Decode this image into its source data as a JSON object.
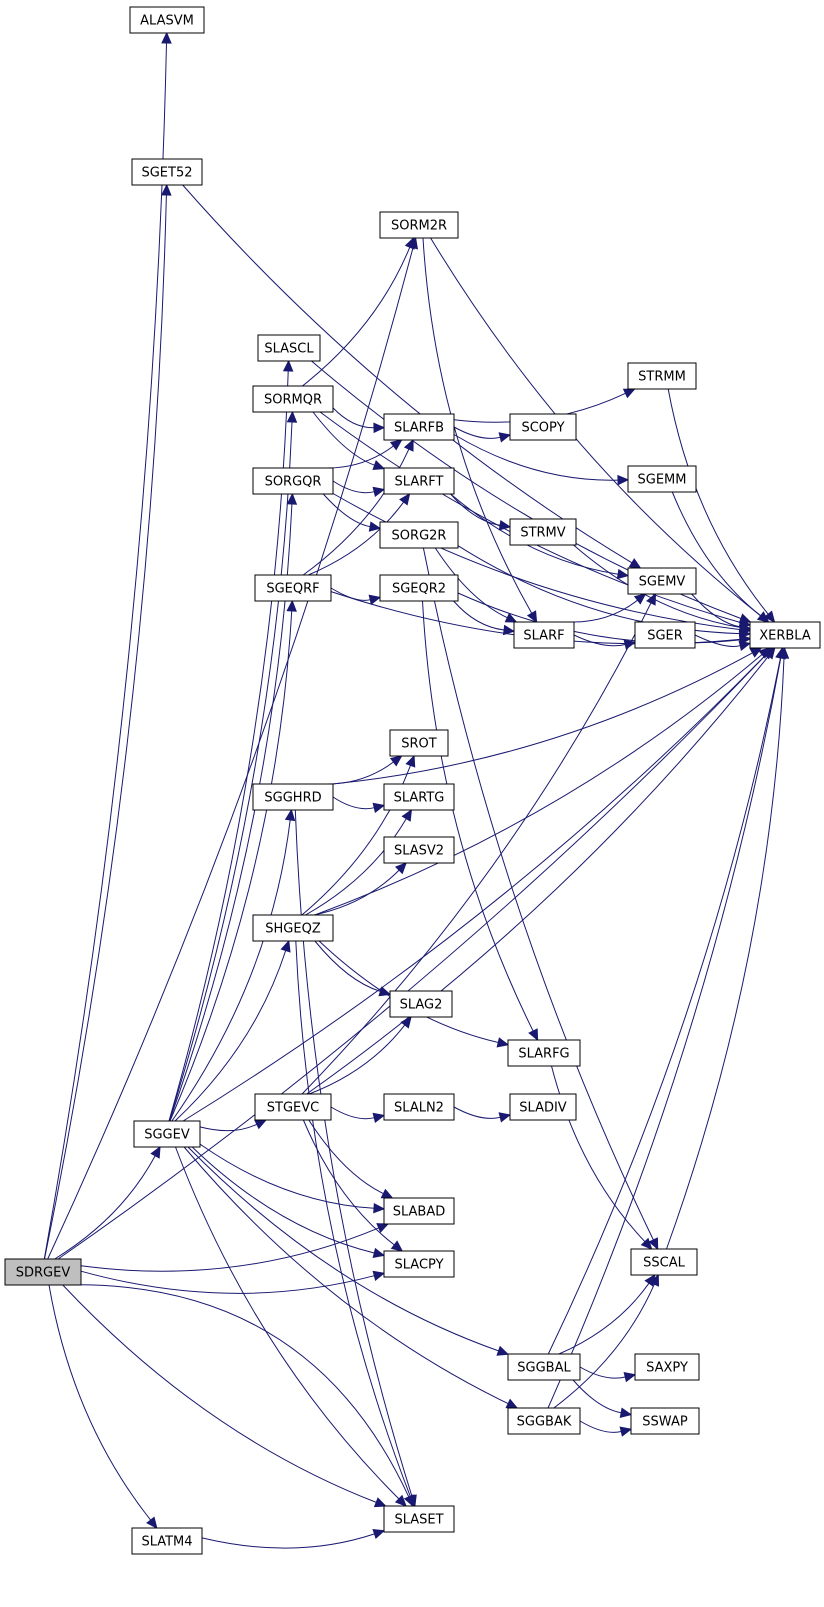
{
  "graph": {
    "root": "SDRGEV",
    "colors": {
      "edge": "#191970",
      "root_fill": "#bfbfbf",
      "node_fill": "#ffffff",
      "node_border": "#000000"
    },
    "nodes": [
      {
        "id": "ALASVM",
        "label": "ALASVM"
      },
      {
        "id": "SGET52",
        "label": "SGET52"
      },
      {
        "id": "SORM2R",
        "label": "SORM2R"
      },
      {
        "id": "SLASCL",
        "label": "SLASCL"
      },
      {
        "id": "SORMQR",
        "label": "SORMQR"
      },
      {
        "id": "SLARFB",
        "label": "SLARFB"
      },
      {
        "id": "STRMM",
        "label": "STRMM"
      },
      {
        "id": "SCOPY",
        "label": "SCOPY"
      },
      {
        "id": "SORGQR",
        "label": "SORGQR"
      },
      {
        "id": "SLARFT",
        "label": "SLARFT"
      },
      {
        "id": "SGEMM",
        "label": "SGEMM"
      },
      {
        "id": "SORG2R",
        "label": "SORG2R"
      },
      {
        "id": "STRMV",
        "label": "STRMV"
      },
      {
        "id": "SGEQRF",
        "label": "SGEQRF"
      },
      {
        "id": "SGEQR2",
        "label": "SGEQR2"
      },
      {
        "id": "SGEMV",
        "label": "SGEMV"
      },
      {
        "id": "SLARF",
        "label": "SLARF"
      },
      {
        "id": "SGER",
        "label": "SGER"
      },
      {
        "id": "XERBLA",
        "label": "XERBLA"
      },
      {
        "id": "SROT",
        "label": "SROT"
      },
      {
        "id": "SGGHRD",
        "label": "SGGHRD"
      },
      {
        "id": "SLARTG",
        "label": "SLARTG"
      },
      {
        "id": "SLASV2",
        "label": "SLASV2"
      },
      {
        "id": "SHGEQZ",
        "label": "SHGEQZ"
      },
      {
        "id": "SLAG2",
        "label": "SLAG2"
      },
      {
        "id": "SLARFG",
        "label": "SLARFG"
      },
      {
        "id": "STGEVC",
        "label": "STGEVC"
      },
      {
        "id": "SLALN2",
        "label": "SLALN2"
      },
      {
        "id": "SLADIV",
        "label": "SLADIV"
      },
      {
        "id": "SGGEV",
        "label": "SGGEV"
      },
      {
        "id": "SLABAD",
        "label": "SLABAD"
      },
      {
        "id": "SDRGEV",
        "label": "SDRGEV"
      },
      {
        "id": "SLACPY",
        "label": "SLACPY"
      },
      {
        "id": "SSCAL",
        "label": "SSCAL"
      },
      {
        "id": "SGGBAL",
        "label": "SGGBAL"
      },
      {
        "id": "SAXPY",
        "label": "SAXPY"
      },
      {
        "id": "SGGBAK",
        "label": "SGGBAK"
      },
      {
        "id": "SSWAP",
        "label": "SSWAP"
      },
      {
        "id": "SLATM4",
        "label": "SLATM4"
      },
      {
        "id": "SLASET",
        "label": "SLASET"
      }
    ],
    "edges": [
      [
        "SDRGEV",
        "ALASVM"
      ],
      [
        "SDRGEV",
        "XERBLA"
      ],
      [
        "SDRGEV",
        "SGET52"
      ],
      [
        "SDRGEV",
        "SORM2R"
      ],
      [
        "SDRGEV",
        "SGGEV"
      ],
      [
        "SDRGEV",
        "SLABAD"
      ],
      [
        "SDRGEV",
        "SLACPY"
      ],
      [
        "SDRGEV",
        "SLATM4"
      ],
      [
        "SDRGEV",
        "SLASET"
      ],
      [
        "SDRGEV",
        "SLASET"
      ],
      [
        "SGET52",
        "SGEMV"
      ],
      [
        "SORM2R",
        "XERBLA"
      ],
      [
        "SORM2R",
        "SLARF"
      ],
      [
        "SLASCL",
        "XERBLA"
      ],
      [
        "SORMQR",
        "SORM2R"
      ],
      [
        "SORMQR",
        "SLARFB"
      ],
      [
        "SORMQR",
        "SLARFT"
      ],
      [
        "SORMQR",
        "XERBLA"
      ],
      [
        "SLARFB",
        "STRMM"
      ],
      [
        "SLARFB",
        "SCOPY"
      ],
      [
        "SLARFB",
        "SGEMM"
      ],
      [
        "STRMM",
        "XERBLA"
      ],
      [
        "SGEMM",
        "XERBLA"
      ],
      [
        "SORGQR",
        "SLARFB"
      ],
      [
        "SORGQR",
        "SLARFT"
      ],
      [
        "SORGQR",
        "SORG2R"
      ],
      [
        "SORGQR",
        "XERBLA"
      ],
      [
        "SLARFT",
        "STRMV"
      ],
      [
        "SLARFT",
        "SGEMV"
      ],
      [
        "STRMV",
        "XERBLA"
      ],
      [
        "SORG2R",
        "SLARF"
      ],
      [
        "SORG2R",
        "XERBLA"
      ],
      [
        "SORG2R",
        "SSCAL"
      ],
      [
        "SGEQRF",
        "SGEQR2"
      ],
      [
        "SGEQRF",
        "SLARFB"
      ],
      [
        "SGEQRF",
        "SLARFT"
      ],
      [
        "SGEQRF",
        "XERBLA"
      ],
      [
        "SGEQR2",
        "SLARF"
      ],
      [
        "SGEQR2",
        "SLARFG"
      ],
      [
        "SGEQR2",
        "XERBLA"
      ],
      [
        "SLARF",
        "SGEMV"
      ],
      [
        "SLARF",
        "SGER"
      ],
      [
        "SGEMV",
        "XERBLA"
      ],
      [
        "SGER",
        "XERBLA"
      ],
      [
        "SGGHRD",
        "SROT"
      ],
      [
        "SGGHRD",
        "SLARTG"
      ],
      [
        "SGGHRD",
        "SLASET"
      ],
      [
        "SGGHRD",
        "XERBLA"
      ],
      [
        "SHGEQZ",
        "SROT"
      ],
      [
        "SHGEQZ",
        "SLARTG"
      ],
      [
        "SHGEQZ",
        "SLASV2"
      ],
      [
        "SHGEQZ",
        "SLAG2"
      ],
      [
        "SHGEQZ",
        "SLARFG"
      ],
      [
        "SHGEQZ",
        "SLASET"
      ],
      [
        "SHGEQZ",
        "XERBLA"
      ],
      [
        "STGEVC",
        "SLAG2"
      ],
      [
        "STGEVC",
        "SGEMV"
      ],
      [
        "STGEVC",
        "SLALN2"
      ],
      [
        "STGEVC",
        "SLABAD"
      ],
      [
        "STGEVC",
        "SLACPY"
      ],
      [
        "STGEVC",
        "XERBLA"
      ],
      [
        "SLALN2",
        "SLADIV"
      ],
      [
        "SLARFG",
        "SSCAL"
      ],
      [
        "SGGEV",
        "SLASCL"
      ],
      [
        "SGGEV",
        "SORMQR"
      ],
      [
        "SGGEV",
        "SORGQR"
      ],
      [
        "SGGEV",
        "SGEQRF"
      ],
      [
        "SGGEV",
        "SGGHRD"
      ],
      [
        "SGGEV",
        "SHGEQZ"
      ],
      [
        "SGGEV",
        "STGEVC"
      ],
      [
        "SGGEV",
        "SLABAD"
      ],
      [
        "SGGEV",
        "SLACPY"
      ],
      [
        "SGGEV",
        "XERBLA"
      ],
      [
        "SGGEV",
        "SGGBAL"
      ],
      [
        "SGGEV",
        "SGGBAK"
      ],
      [
        "SGGEV",
        "SLASET"
      ],
      [
        "SSCAL",
        "XERBLA"
      ],
      [
        "SGGBAL",
        "SSCAL"
      ],
      [
        "SGGBAL",
        "SAXPY"
      ],
      [
        "SGGBAL",
        "SSWAP"
      ],
      [
        "SGGBAL",
        "XERBLA"
      ],
      [
        "SGGBAK",
        "SSCAL"
      ],
      [
        "SGGBAK",
        "SSWAP"
      ],
      [
        "SGGBAK",
        "XERBLA"
      ],
      [
        "SLATM4",
        "SLASET"
      ]
    ]
  }
}
